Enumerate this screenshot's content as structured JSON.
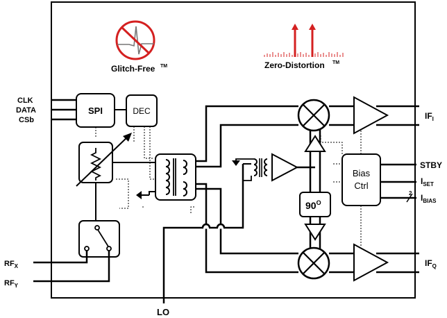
{
  "logos": {
    "glitch_free": "Glitch-Free",
    "zero_distortion": "Zero-Distortion",
    "tm": "TM"
  },
  "inputs": {
    "clk": "CLK",
    "data": "DATA",
    "csb": "CSb",
    "rfx_main": "RF",
    "rfx_sub": "X",
    "rfy_main": "RF",
    "rfy_sub": "Y",
    "lo": "LO"
  },
  "blocks": {
    "spi": "SPI",
    "dec": "DEC",
    "bias_line1": "Bias",
    "bias_line2": "Ctrl",
    "phase": "90",
    "phase_unit": "O"
  },
  "outputs": {
    "ifi_main": "IF",
    "ifi_sub": "I",
    "ifq_main": "IF",
    "ifq_sub": "Q",
    "stby": "STBY",
    "iset_main": "I",
    "iset_sub": "SET",
    "ibias_main": "I",
    "ibias_sub": "BIAS",
    "bus_width": "2"
  },
  "colors": {
    "accent_red": "#d42020",
    "line": "#000000",
    "block_fill": "#ffffff"
  }
}
